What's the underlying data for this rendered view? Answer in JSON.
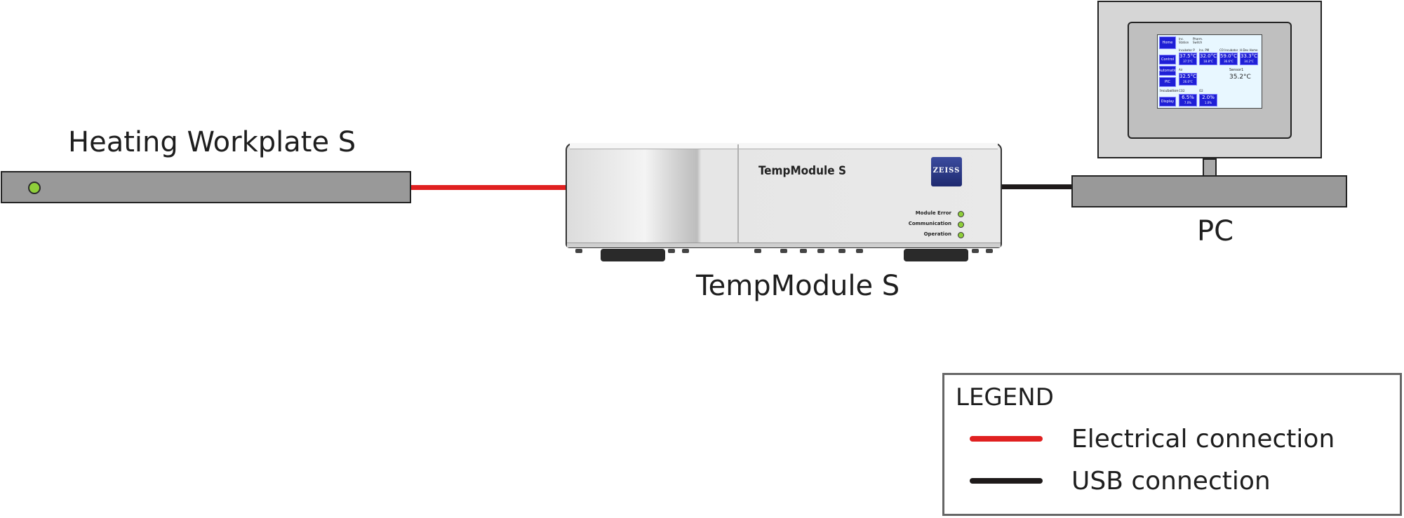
{
  "devices": {
    "workplate_label": "Heating Workplate S",
    "module_label": "TempModule S",
    "module_front_title": "TempModule S",
    "module_logo_text": "ZEISS",
    "pc_label": "PC",
    "module_status": [
      "Module Error",
      "Communication",
      "Operation"
    ]
  },
  "screen": {
    "nav_buttons": [
      "Home",
      "Control",
      "Automatic",
      "PIC",
      "Incubation",
      "Display"
    ],
    "tabs": [
      "Inc. Station",
      "Pharm. Switch"
    ],
    "col_headers": [
      "Incubator P",
      "Ins. PM",
      "CO Incubator",
      "H-Dev Home"
    ],
    "top_values": [
      {
        "value": "37.5°C",
        "sub": "37.5°C"
      },
      {
        "value": "32.0°C",
        "sub": "18.8°C"
      },
      {
        "value": "59.0°C",
        "sub": "36.6°C"
      },
      {
        "value": "33.3°C",
        "sub": "34.2°C"
      }
    ],
    "air_label": "Air",
    "air_value": {
      "value": "32.5°C",
      "sub": "26.0°C"
    },
    "sensor_label": "Sensor1",
    "sensor_value": "35.2°C",
    "co2_label": "CO2",
    "o2_label": "O2",
    "co2_value": {
      "value": "6.5%",
      "sub": "7.0%"
    },
    "o2_value": {
      "value": "2.0%",
      "sub": "1.0%"
    }
  },
  "legend": {
    "title": "LEGEND",
    "entries": [
      {
        "label": "Electrical connection",
        "color": "#e02020"
      },
      {
        "label": "USB connection",
        "color": "#1e1a1a"
      }
    ]
  },
  "colors": {
    "electrical_cable": "#e02020",
    "usb_cable": "#1e1a1a",
    "device_gray": "#999999",
    "status_led": "#8fcf3a",
    "screen_button": "#1f1fd6"
  }
}
